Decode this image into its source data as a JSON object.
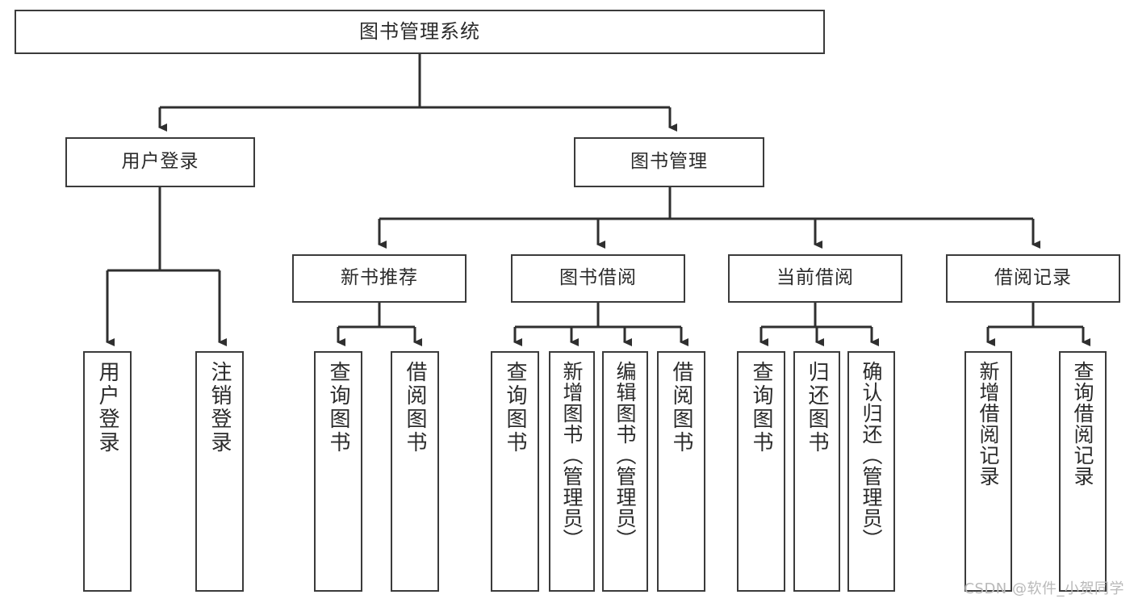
{
  "diagram": {
    "title": "图书管理系统",
    "type": "tree-hierarchy",
    "orientation": "top-down",
    "colors": {
      "box_border": "#3b3b3b",
      "box_fill": "#ffffff",
      "edge": "#2f2f2f",
      "text": "#2b2b2b",
      "watermark": "#b9b9b9",
      "background": "#ffffff"
    }
  },
  "nodes": {
    "root": {
      "label": "图书管理系统"
    },
    "level2": [
      {
        "label": "用户登录"
      },
      {
        "label": "图书管理"
      }
    ],
    "level3": [
      {
        "label": "新书推荐"
      },
      {
        "label": "图书借阅"
      },
      {
        "label": "当前借阅"
      },
      {
        "label": "借阅记录"
      }
    ],
    "leaves": {
      "user_login": [
        {
          "label": "用户登录"
        },
        {
          "label": "注销登录"
        }
      ],
      "new_book_recommend": [
        {
          "label": "查询图书"
        },
        {
          "label": "借阅图书"
        }
      ],
      "book_borrow": [
        {
          "label": "查询图书"
        },
        {
          "label": "新增图书（管理员）"
        },
        {
          "label": "编辑图书（管理员）"
        },
        {
          "label": "借阅图书"
        }
      ],
      "current_borrow": [
        {
          "label": "查询图书"
        },
        {
          "label": "归还图书"
        },
        {
          "label": "确认归还（管理员）"
        }
      ],
      "borrow_record": [
        {
          "label": "新增借阅记录"
        },
        {
          "label": "查询借阅记录"
        }
      ]
    }
  },
  "watermark": {
    "text": "CSDN @软件_小贺同学"
  }
}
